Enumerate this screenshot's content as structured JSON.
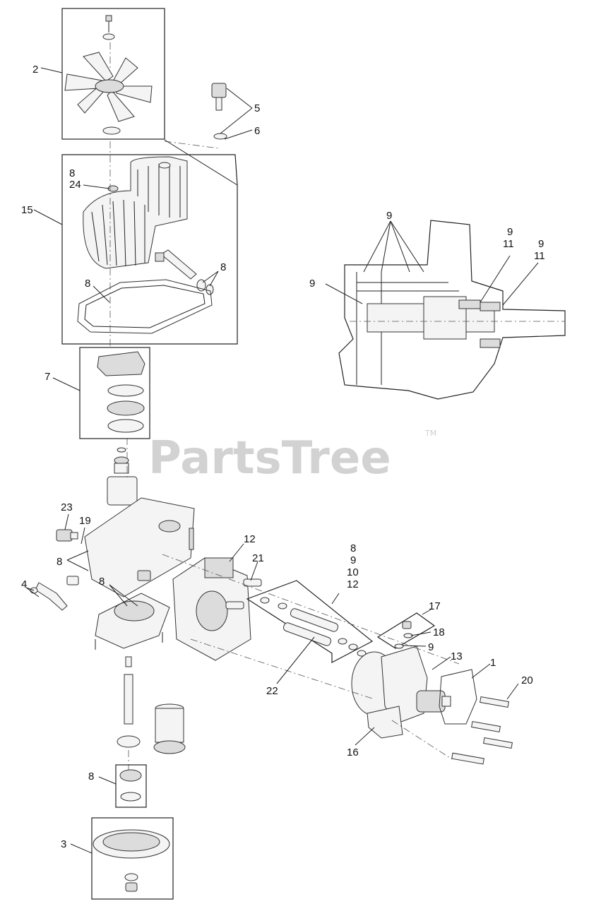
{
  "watermark": {
    "text": "PartsTree",
    "trademark": "TM"
  },
  "callouts": {
    "c2": "2",
    "c5": "5",
    "c6": "6",
    "c8a": "8",
    "c24": "24",
    "c15": "15",
    "c8b": "8",
    "c8c": "8",
    "c7": "7",
    "c9group": "9",
    "c9a": "9",
    "c11a": "11",
    "c9b": "9",
    "c11b": "11",
    "c9left": "9",
    "c23": "23",
    "c19": "19",
    "c8d": "8",
    "c4": "4",
    "c8e": "8",
    "c12": "12",
    "c21": "21",
    "c8f": "8",
    "c9f": "9",
    "c10f": "10",
    "c12f": "12",
    "c17": "17",
    "c18": "18",
    "c9g": "9",
    "c13": "13",
    "c1": "1",
    "c20": "20",
    "c22": "22",
    "c16": "16",
    "c8h": "8",
    "c3": "3"
  }
}
